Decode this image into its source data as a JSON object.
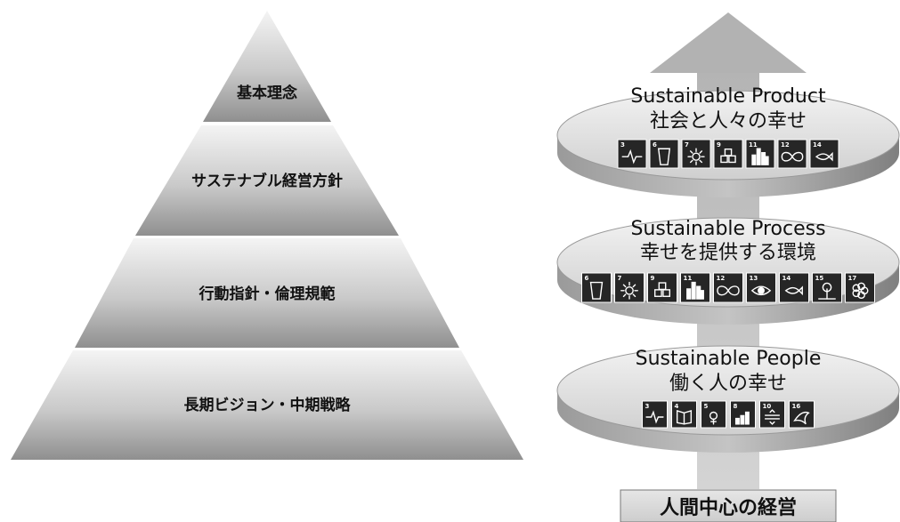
{
  "pyramid": {
    "tiers": [
      {
        "label": "基本理念"
      },
      {
        "label": "サステナブル経営方針"
      },
      {
        "label": "行動指針・倫理規範"
      },
      {
        "label": "長期ビジョン・中期戦略"
      }
    ]
  },
  "discs": [
    {
      "title": "Sustainable Product",
      "subtitle": "社会と人々の幸せ",
      "sdg_icons": [
        {
          "number": "3",
          "icon": "heartbeat-icon"
        },
        {
          "number": "6",
          "icon": "water-glass-icon"
        },
        {
          "number": "7",
          "icon": "sun-energy-icon"
        },
        {
          "number": "9",
          "icon": "innovation-cubes-icon"
        },
        {
          "number": "11",
          "icon": "city-buildings-icon"
        },
        {
          "number": "12",
          "icon": "infinity-icon"
        },
        {
          "number": "14",
          "icon": "fish-water-icon"
        }
      ]
    },
    {
      "title": "Sustainable Process",
      "subtitle": "幸せを提供する環境",
      "sdg_icons": [
        {
          "number": "6",
          "icon": "water-glass-icon"
        },
        {
          "number": "7",
          "icon": "sun-energy-icon"
        },
        {
          "number": "9",
          "icon": "innovation-cubes-icon"
        },
        {
          "number": "11",
          "icon": "city-buildings-icon"
        },
        {
          "number": "12",
          "icon": "infinity-icon"
        },
        {
          "number": "13",
          "icon": "climate-eye-icon"
        },
        {
          "number": "14",
          "icon": "fish-water-icon"
        },
        {
          "number": "15",
          "icon": "tree-land-icon"
        },
        {
          "number": "17",
          "icon": "partnership-flower-icon"
        }
      ]
    },
    {
      "title": "Sustainable People",
      "subtitle": "働く人の幸せ",
      "sdg_icons": [
        {
          "number": "3",
          "icon": "heartbeat-icon"
        },
        {
          "number": "4",
          "icon": "book-icon"
        },
        {
          "number": "5",
          "icon": "gender-icon"
        },
        {
          "number": "8",
          "icon": "growth-chart-icon"
        },
        {
          "number": "10",
          "icon": "equality-icon"
        },
        {
          "number": "16",
          "icon": "dove-icon"
        }
      ]
    }
  ],
  "base": {
    "label": "人間中心の経営"
  },
  "colors": {
    "tile": "#262626",
    "arrow": "#b8b8b8",
    "text": "#111111"
  }
}
